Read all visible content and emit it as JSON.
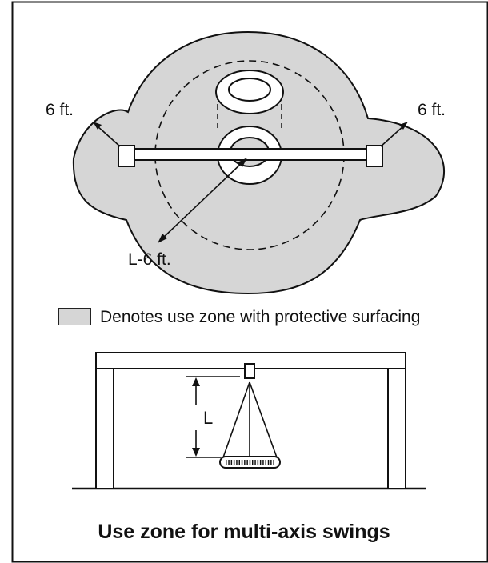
{
  "labels": {
    "clearance_left": "6 ft.",
    "clearance_right": "6 ft.",
    "radius": "L-6 ft.",
    "length": "L"
  },
  "legend": {
    "text": "Denotes use zone with protective surfacing",
    "color": "#d6d6d6"
  },
  "caption": "Use zone for multi-axis swings",
  "colors": {
    "surfacing_fill": "#d6d6d6",
    "line": "#111111",
    "background": "#ffffff"
  }
}
